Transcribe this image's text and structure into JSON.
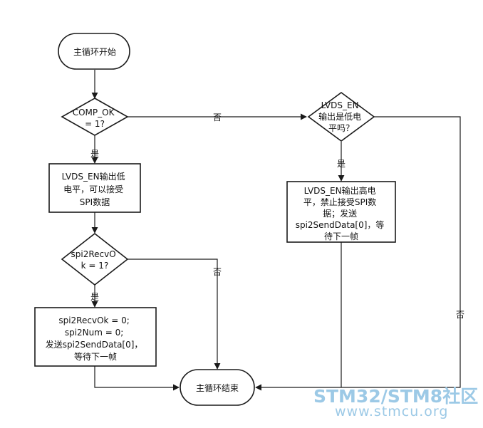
{
  "nodes": {
    "start": {
      "lines": [
        "主循环开始"
      ]
    },
    "comp_ok": {
      "lines": [
        "COMP_OK",
        "= 1?"
      ]
    },
    "lvds_low": {
      "lines": [
        "LVDS_EN输出低",
        "电平，可以接受",
        "SPI数据"
      ]
    },
    "spi_recv": {
      "lines": [
        "spi2RecvO",
        "k = 1?"
      ]
    },
    "reset_send": {
      "lines": [
        "spi2RecvOk = 0;",
        "spi2Num = 0;",
        "发送spi2SendData[0]，",
        "等待下一帧"
      ]
    },
    "end": {
      "lines": [
        "主循环结束"
      ]
    },
    "lvds_check": {
      "lines": [
        "LVDS_EN",
        "输出是低电",
        "平吗？"
      ]
    },
    "lvds_high": {
      "lines": [
        "LVDS_EN输出高电",
        "平，禁止接受SPI数",
        "据；发送",
        "spi2SendData[0]，等",
        "待下一帧"
      ]
    }
  },
  "edge_labels": {
    "comp_no": "否",
    "comp_yes": "是",
    "spi_yes": "是",
    "spi_no": "否",
    "lvds_yes": "是",
    "lvds_no": "否"
  },
  "watermark": {
    "brand": "STM32/STM8社区",
    "url": "www.stmcu.org"
  },
  "colors": {
    "stroke": "#1a1a1a",
    "watermark": "#9cc9e6"
  }
}
